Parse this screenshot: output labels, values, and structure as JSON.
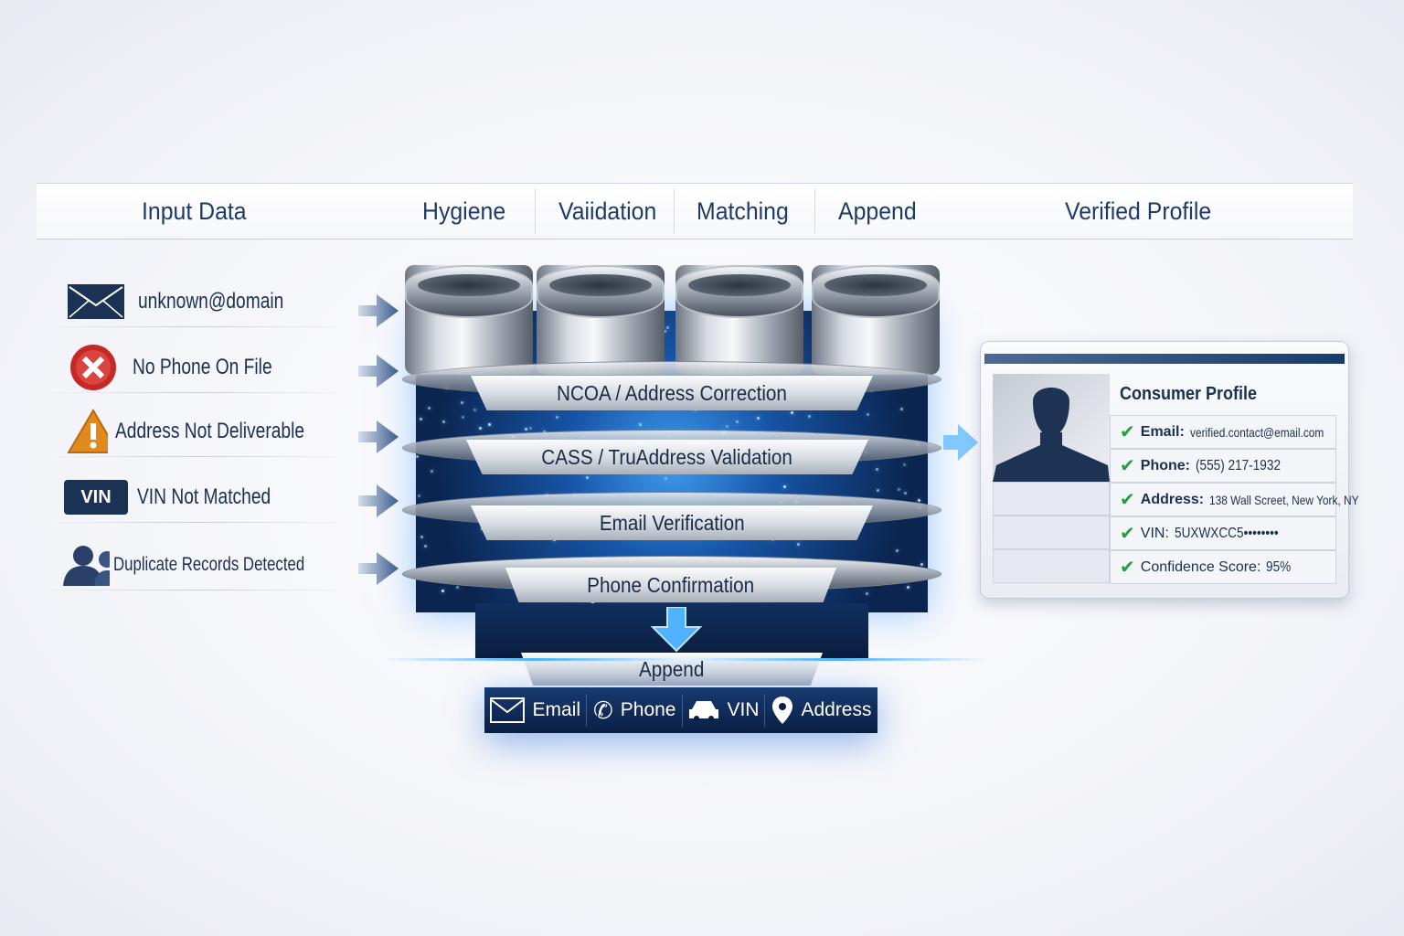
{
  "header": {
    "input": "Input Data",
    "stages": [
      "Hygiene",
      "Vaiidation",
      "Matching",
      "Append"
    ],
    "output": "Verified Profile"
  },
  "inputs": [
    {
      "icon": "envelope-icon",
      "label": "unknown@domain"
    },
    {
      "icon": "error-x-icon",
      "label": "No Phone On File"
    },
    {
      "icon": "warning-icon",
      "label": "Address Not Deliverable"
    },
    {
      "icon": "vin-badge-icon",
      "label": "VIN Not Matched",
      "badge": "VIN"
    },
    {
      "icon": "users-icon",
      "label": "Duplicate Records Detected"
    }
  ],
  "process": {
    "bands": [
      "NCOA / Address Correction",
      "CASS / TruAddress Validation",
      "Email Verification",
      "Phone Confirmation"
    ],
    "append": "Append"
  },
  "outputs": [
    {
      "icon": "envelope-icon",
      "label": "Email"
    },
    {
      "icon": "phone-icon",
      "label": "Phone"
    },
    {
      "icon": "car-icon",
      "label": "VIN"
    },
    {
      "icon": "map-pin-icon",
      "label": "Address"
    }
  ],
  "profile": {
    "title": "Consumer Profile",
    "fields": [
      {
        "key": "Email:",
        "value": "verified.contact@email.com"
      },
      {
        "key": "Phone:",
        "value": "(555) 217-1932"
      },
      {
        "key": "Address:",
        "value": "138 Wall Screet, New York, NY"
      },
      {
        "key": "VIN:",
        "value": "5UXWXCC5••••••••"
      },
      {
        "key": "Confidence Score:",
        "value": "95%"
      }
    ]
  },
  "colors": {
    "navy": "#1f3a64",
    "accent_blue": "#2f8ef0",
    "check_green": "#22a03a",
    "error_red": "#c62828",
    "warning_orange": "#e08a1e"
  }
}
